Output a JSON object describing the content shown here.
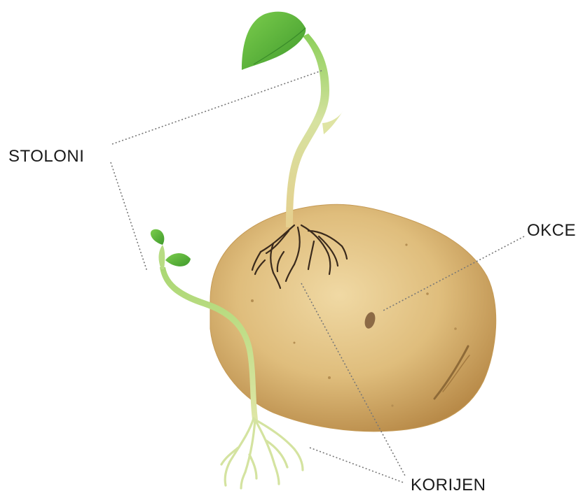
{
  "labels": {
    "stoloni": "STOLONI",
    "okce": "OKCE",
    "korijen": "KORIJEN"
  },
  "colors": {
    "tuber": "#dcb978",
    "leaf": "#5fb53a",
    "stem": "#d9dd9c",
    "root": "#3a2a1c",
    "leader_line": "#777777"
  }
}
